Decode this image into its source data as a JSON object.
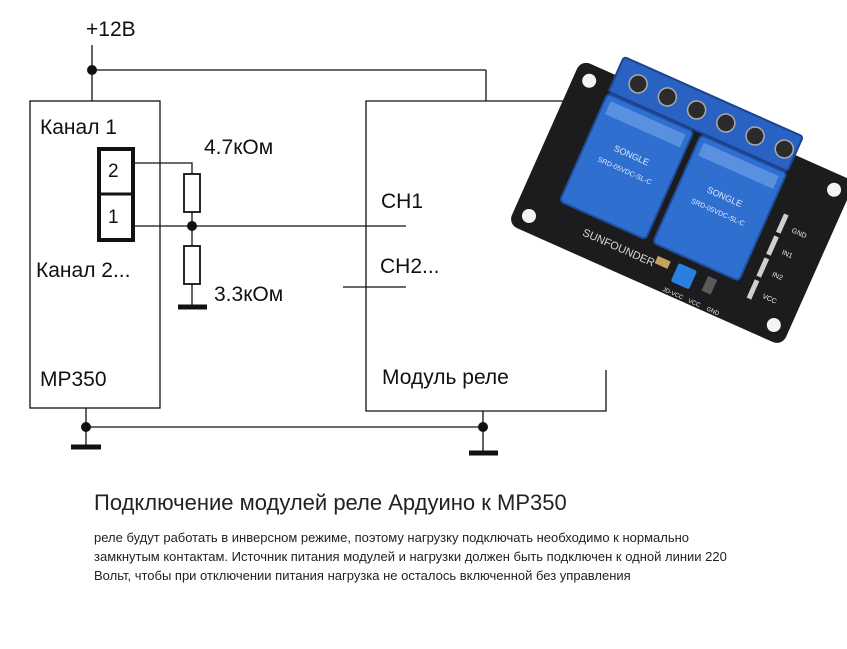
{
  "supply": {
    "label": "+12В"
  },
  "controller": {
    "channel1_label": "Канал 1",
    "channel2_label": "Канал 2...",
    "name": "МР350",
    "pins": [
      "2",
      "1"
    ]
  },
  "resistors": {
    "top_value": "4.7кОм",
    "bottom_value": "3.3кОм"
  },
  "relay_module": {
    "ch1": "CH1",
    "ch2": "CH2...",
    "name": "Модуль реле"
  },
  "photo": {
    "brand": "SUNFOUNDER",
    "relay_brand": "SONGLE",
    "relay_model": "SRD-05VDC-SL-C",
    "header_labels": [
      "GND",
      "IN1",
      "IN2",
      "VCC"
    ],
    "jumper_labels": [
      "JD-VCC",
      "VCC",
      "GND"
    ],
    "colors": {
      "board": "#1c1c1e",
      "relay": "#2f6fd0",
      "jumper": "#2b7fe0"
    }
  },
  "caption": {
    "title": "Подключение модулей реле Ардуино к МР350",
    "text": "реле будут работать в инверсном режиме, поэтому нагрузку подключать необходимо к нормально замкнутым контактам. Источник питания модулей и нагрузки должен быть подключен к одной линии 220 Вольт, чтобы при отключении питания нагрузка не осталось включенной без управления"
  }
}
